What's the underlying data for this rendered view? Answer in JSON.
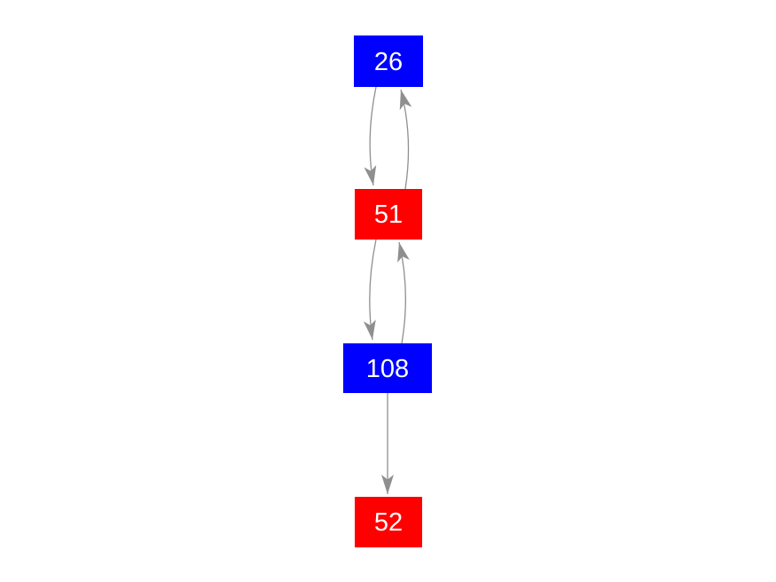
{
  "graph": {
    "background_color": "#ffffff",
    "edge_color": "#8f8f8f",
    "nodes": [
      {
        "id": "26",
        "label": "26",
        "color": "#0000ff",
        "text_color": "#ffffff"
      },
      {
        "id": "51",
        "label": "51",
        "color": "#ff0000",
        "text_color": "#ffffff"
      },
      {
        "id": "108",
        "label": "108",
        "color": "#0000ff",
        "text_color": "#ffffff"
      },
      {
        "id": "52",
        "label": "52",
        "color": "#ff0000",
        "text_color": "#ffffff"
      }
    ],
    "edges": [
      {
        "from": "26",
        "to": "51"
      },
      {
        "from": "51",
        "to": "26"
      },
      {
        "from": "51",
        "to": "108"
      },
      {
        "from": "108",
        "to": "51"
      },
      {
        "from": "108",
        "to": "52"
      }
    ]
  }
}
